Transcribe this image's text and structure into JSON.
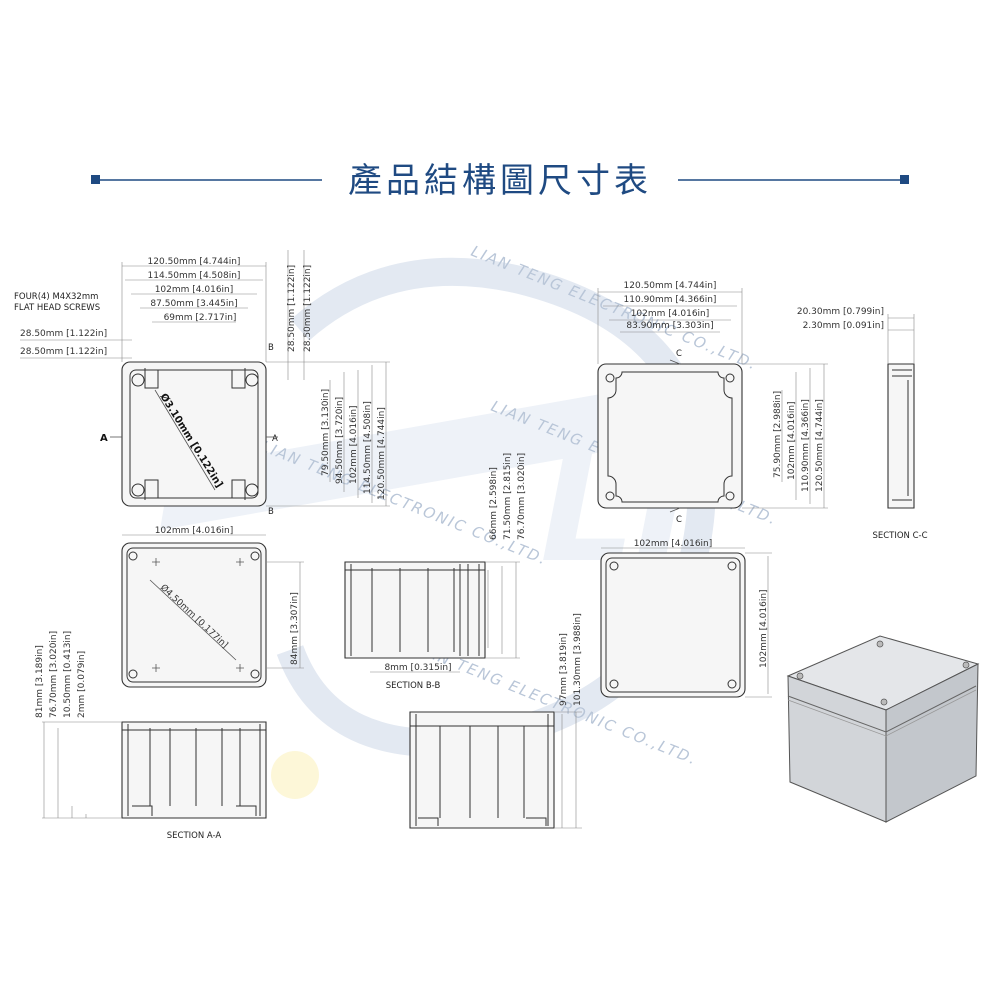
{
  "title": "產品結構圖尺寸表",
  "watermark": "LIAN TENG ELECTRONIC CO.,LTD.",
  "colors": {
    "title": "#1f4a82",
    "accent_rule": "#1f4a82",
    "watermark": "#b9c6d8"
  },
  "top_view": {
    "widths": [
      "120.50mm [4.744in]",
      "114.50mm [4.508in]",
      "102mm [4.016in]",
      "87.50mm [3.445in]",
      "69mm [2.717in]"
    ],
    "screws_line1": "FOUR(4) M4X32mm",
    "screws_line2": "FLAT HEAD SCREWS",
    "left_dims": [
      "28.50mm [1.122in]",
      "28.50mm [1.122in]"
    ],
    "vert_top": [
      "28.50mm [1.122in]",
      "28.50mm [1.122in]"
    ],
    "heights": [
      "79.50mm [3.130in]",
      "94.50mm [3.720in]",
      "102mm [4.016in]",
      "114.50mm [4.508in]",
      "120.50mm [4.744in]"
    ],
    "diag": "Ø3.10mm [0.122in]",
    "mark_a": "A",
    "mark_b": "B"
  },
  "lid_view": {
    "width": "102mm [4.016in]",
    "diag": "Ø4.50mm [0.177in]",
    "height": "84mm [3.307in]"
  },
  "section_aa": {
    "label": "SECTION A-A",
    "dims": [
      "81mm [3.189in]",
      "76.70mm [3.020in]",
      "10.50mm [0.413in]",
      "2mm [0.079in]"
    ]
  },
  "section_bb": {
    "label": "SECTION B-B",
    "dims": [
      "66mm [2.598in]",
      "71.50mm [2.815in]",
      "76.70mm [3.020in]"
    ],
    "bottom": "8mm [0.315in]"
  },
  "base_view": {
    "widths": [
      "120.50mm [4.744in]",
      "110.90mm [4.366in]",
      "102mm [4.016in]",
      "83.90mm [3.303in]"
    ],
    "heights": [
      "75.90mm [2.988in]",
      "102mm [4.016in]",
      "110.90mm [4.366in]",
      "120.50mm [4.744in]"
    ],
    "mark_c": "C"
  },
  "section_cc": {
    "label": "SECTION C-C",
    "dims": [
      "20.30mm [0.799in]",
      "2.30mm [0.091in]"
    ]
  },
  "bottom_view": {
    "width": "102mm [4.016in]",
    "height": "102mm [4.016in]"
  },
  "full_section": {
    "dims": [
      "97mm [3.819in]",
      "101.30mm [3.988in]"
    ]
  }
}
